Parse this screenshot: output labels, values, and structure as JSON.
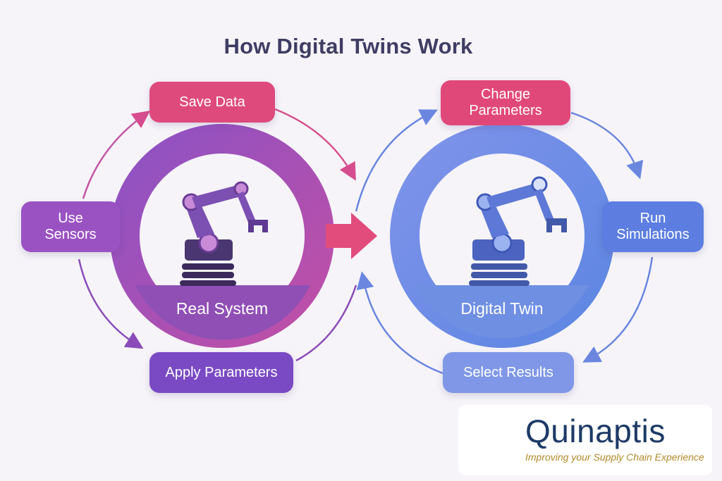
{
  "title": "How Digital Twins Work",
  "left_cycle": {
    "center_label": "Real System",
    "steps": {
      "save_data": "Save Data",
      "use_sensors_line1": "Use",
      "use_sensors_line2": "Sensors",
      "apply_parameters": "Apply Parameters"
    }
  },
  "right_cycle": {
    "center_label": "Digital Twin",
    "steps": {
      "change_parameters_line1": "Change",
      "change_parameters_line2": "Parameters",
      "run_simulations_line1": "Run",
      "run_simulations_line2": "Simulations",
      "select_results": "Select Results"
    }
  },
  "logo": {
    "name": "Quinaptis",
    "tagline": "Improving your Supply Chain Experience"
  },
  "colors": {
    "left_ring": "#9a4fb3",
    "right_ring": "#6f8fe3",
    "pink": "#e0467a",
    "purple": "#7d4cc0",
    "blue": "#5f7fe0",
    "logo_navy": "#1d3a66",
    "logo_gold": "#b58a2a"
  }
}
